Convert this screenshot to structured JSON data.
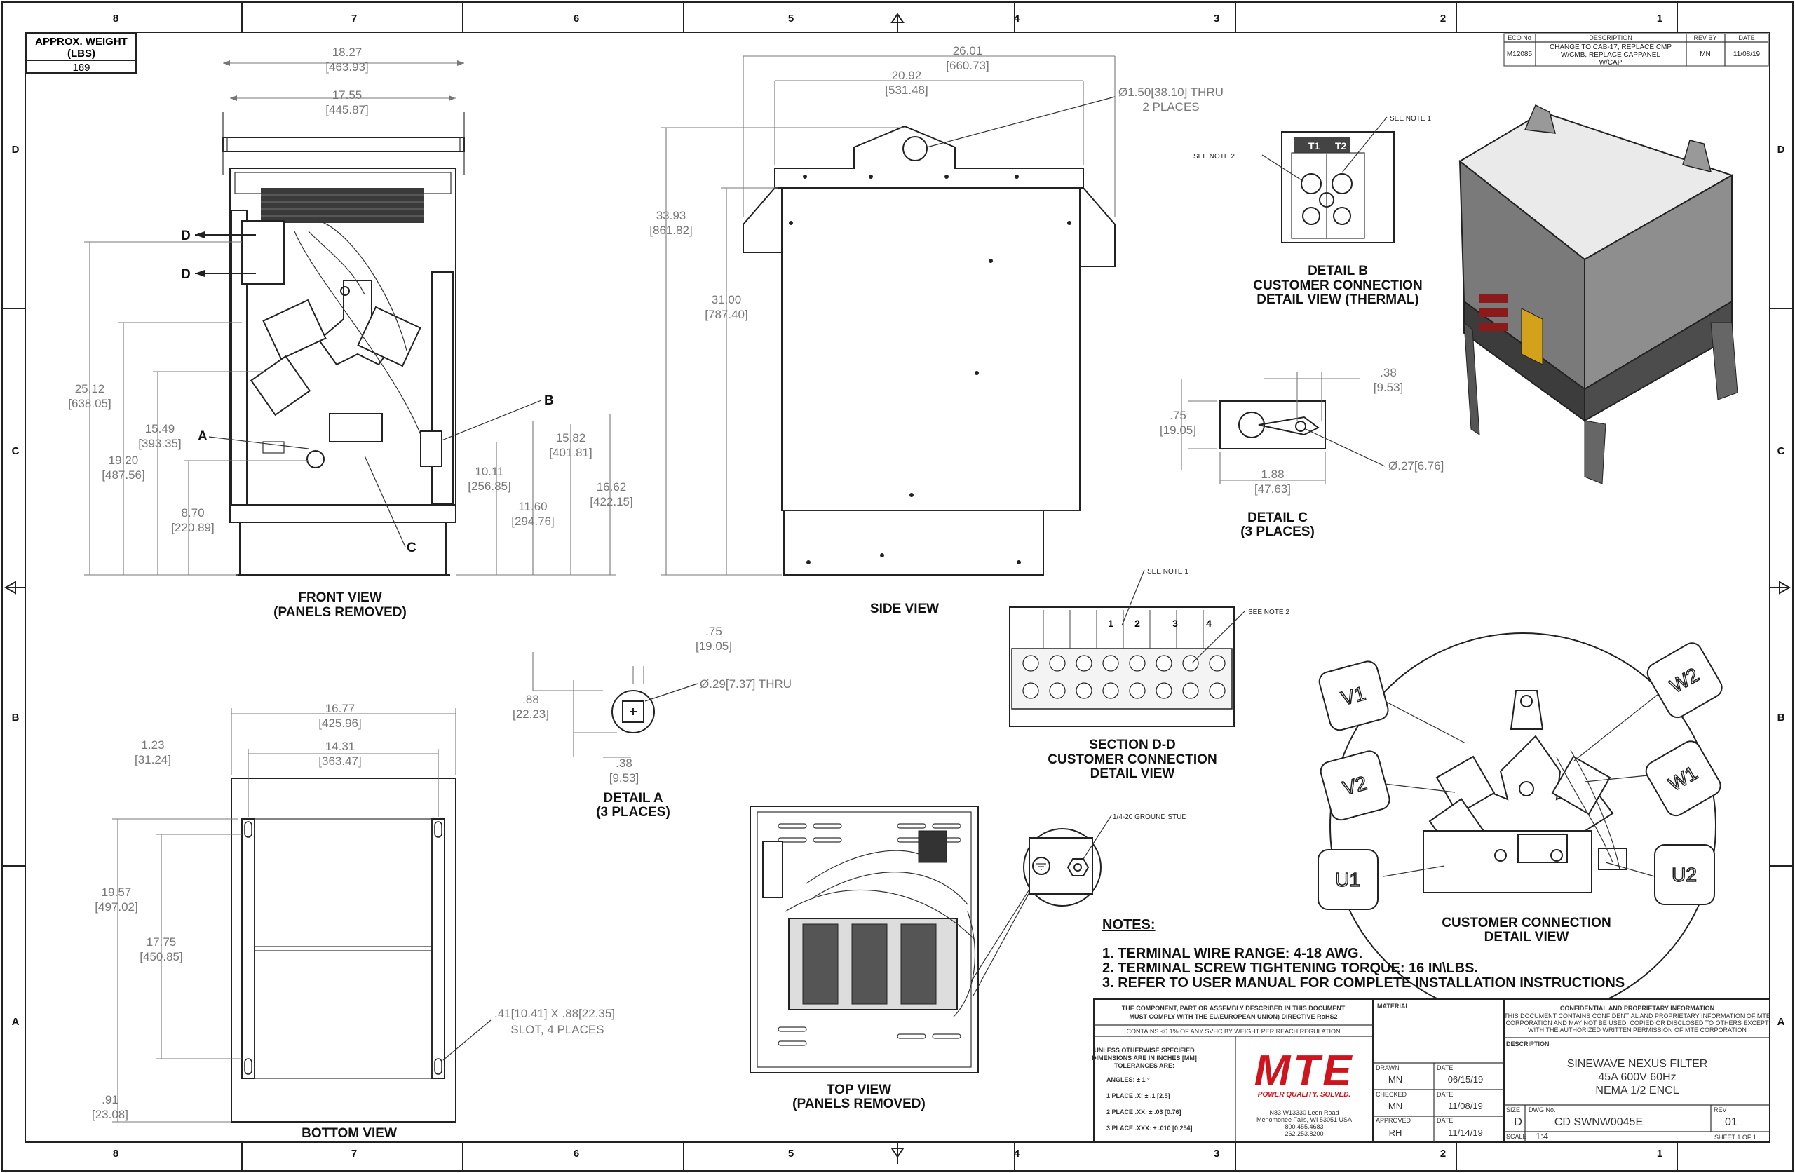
{
  "weight": {
    "header": "APPROX. WEIGHT\n(LBS)",
    "header_line1": "APPROX. WEIGHT",
    "header_line2": "(LBS)",
    "value": "189"
  },
  "zones": {
    "columns": [
      "8",
      "7",
      "6",
      "5",
      "4",
      "3",
      "2",
      "1"
    ],
    "rows": [
      "D",
      "C",
      "B",
      "A"
    ]
  },
  "revision": {
    "headers": [
      "ECO No",
      "DESCRIPTION",
      "REV BY",
      "DATE"
    ],
    "eco": "M12085",
    "description": "CHANGE TO CAB-17, REPLACE CMP W/CMB, REPLACE CAPPANEL W/CAP",
    "desc_lines": [
      "CHANGE TO CAB-17, REPLACE CMP",
      "W/CMB, REPLACE CAPPANEL",
      "W/CAP"
    ],
    "rev_by": "MN",
    "date": "11/08/19"
  },
  "views": {
    "front": {
      "title1": "FRONT VIEW",
      "title2": "(PANELS REMOVED)"
    },
    "side": {
      "title": "SIDE VIEW"
    },
    "bottom": {
      "title": "BOTTOM VIEW"
    },
    "top": {
      "title1": "TOP VIEW",
      "title2": "(PANELS REMOVED)"
    },
    "detail_a": {
      "title1": "DETAIL A",
      "title2": "(3 PLACES)"
    },
    "detail_b": {
      "title1": "DETAIL B",
      "title2": "CUSTOMER CONNECTION",
      "title3": "DETAIL VIEW (THERMAL)"
    },
    "detail_c": {
      "title1": "DETAIL C",
      "title2": "(3 PLACES)"
    },
    "section_dd": {
      "title1": "SECTION D-D",
      "title2": "CUSTOMER CONNECTION",
      "title3": "DETAIL VIEW"
    },
    "customer": {
      "title1": "CUSTOMER CONNECTION",
      "title2": "DETAIL VIEW"
    }
  },
  "callouts": {
    "A": "A",
    "B": "B",
    "C": "C",
    "D": "D",
    "see_note_1": "SEE NOTE 1",
    "see_note_2": "SEE NOTE 2",
    "hole_150": "Ø1.50[38.10] THRU",
    "two_places": "2 PLACES",
    "hole_29": "Ø.29[7.37] THRU",
    "hole_27": "Ø.27[6.76]",
    "slot": ".41[10.41] X .88[22.35]",
    "slot2": "SLOT, 4 PLACES",
    "ground": "1/4-20 GROUND STUD",
    "t1": "T1",
    "t2": "T2",
    "terminals": [
      "1",
      "2",
      "3",
      "4"
    ],
    "phases": [
      "V1",
      "W2",
      "V2",
      "W1",
      "U1",
      "U2"
    ]
  },
  "dims": {
    "d1827": "18.27",
    "d1827m": "[463.93]",
    "d1755": "17.55",
    "d1755m": "[445.87]",
    "d2512": "25.12",
    "d2512m": "[638.05]",
    "d1549": "15.49",
    "d1549m": "[393.35]",
    "d1920": "19.20",
    "d1920m": "[487.56]",
    "d870": "8.70",
    "d870m": "[220.89]",
    "d1011": "10.11",
    "d1011m": "[256.85]",
    "d1160": "11.60",
    "d1160m": "[294.76]",
    "d1582": "15.82",
    "d1582m": "[401.81]",
    "d1662": "16.62",
    "d1662m": "[422.15]",
    "d2601": "26.01",
    "d2601m": "[660.73]",
    "d2092": "20.92",
    "d2092m": "[531.48]",
    "d3393": "33.93",
    "d3393m": "[861.82]",
    "d3100": "31.00",
    "d3100m": "[787.40]",
    "d38": ".38",
    "d38m": "[9.53]",
    "d75": ".75",
    "d75m": "[19.05]",
    "d188": "1.88",
    "d188m": "[47.63]",
    "d88": ".88",
    "d88m": "[22.23]",
    "d1677": "16.77",
    "d1677m": "[425.96]",
    "d1431": "14.31",
    "d1431m": "[363.47]",
    "d123": "1.23",
    "d123m": "[31.24]",
    "d1957": "19.57",
    "d1957m": "[497.02]",
    "d1775": "17.75",
    "d1775m": "[450.85]",
    "d91": ".91",
    "d91m": "[23.08]"
  },
  "notes": {
    "heading": "NOTES:",
    "items": [
      "1.  TERMINAL WIRE RANGE: 4-18 AWG.",
      "2.  TERMINAL SCREW TIGHTENING TORQUE: 16 IN\\LBS.",
      "3.  REFER TO USER MANUAL FOR COMPLETE INSTALLATION INSTRUCTIONS"
    ]
  },
  "title_block": {
    "compliance1": "THE COMPONENT, PART OR ASSEMBLY DESCRIBED IN THIS DOCUMENT",
    "compliance2": "MUST COMPLY WITH THE EU/EUROPEAN UNION) DIRECTIVE RoHS2",
    "svhc": "CONTAINS <0.1% OF ANY SVHC BY WEIGHT PER REACH REGULATION",
    "tol1": "UNLESS OTHERWISE SPECIFIED",
    "tol2": "DIMENSIONS ARE IN INCHES [MM]",
    "tol3": "TOLERANCES ARE:",
    "angles": "ANGLES: ± 1 °",
    "place1": "1 PLACE .X:  ± .1 [2.5]",
    "place2": "2 PLACE .XX:  ± .03 [0.76]",
    "place3": "3 PLACE .XXX:  ± .010 [0.254]",
    "logo": "MTE",
    "tagline": "POWER QUALITY. SOLVED.",
    "addr1": "N83 W13330 Leon Road",
    "addr2": "Menomonee Falls, WI 53051 USA",
    "addr3": "800.455.4683",
    "addr4": "262.253.8200",
    "material_label": "MATERIAL",
    "drawn_label": "DRAWN",
    "drawn": "MN",
    "drawn_date": "06/15/19",
    "checked_label": "CHECKED",
    "checked": "MN",
    "checked_date": "11/08/19",
    "approved_label": "APPROVED",
    "approved": "RH",
    "approved_date": "11/14/19",
    "date_label": "DATE",
    "conf_title": "CONFIDENTIAL AND PROPRIETARY INFORMATION",
    "conf1": "THIS DOCUMENT CONTAINS CONFIDENTIAL AND PROPRIETARY INFORMATION OF MTE",
    "conf2": "CORPORATION AND MAY NOT BE USED, COPIED OR DISCLOSED TO OTHERS EXCEPT",
    "conf3": "WITH THE AUTHORIZED WRITTEN PERMISSION OF MTE CORPORATION",
    "desc_label": "DESCRIPTION",
    "desc1": "SINEWAVE NEXUS FILTER",
    "desc2": "45A 600V 60Hz",
    "desc3": "NEMA 1/2 ENCL",
    "size_label": "SIZE",
    "size": "D",
    "dwg_label": "DWG No.",
    "dwg": "CD SWNW0045E",
    "rev_label": "REV",
    "rev": "01",
    "scale_label": "SCALE",
    "scale": "1:4",
    "sheet": "SHEET 1  OF 1"
  }
}
